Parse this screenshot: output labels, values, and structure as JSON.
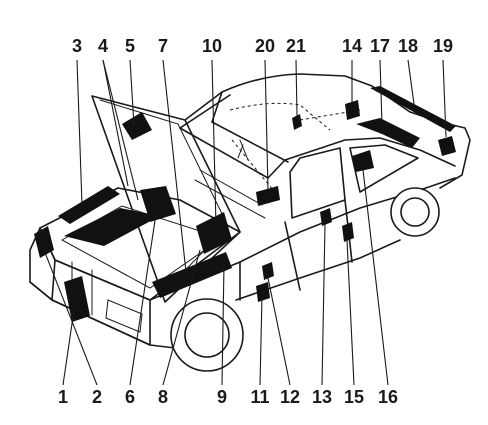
{
  "diagram": {
    "callouts_top": [
      "3",
      "4",
      "5",
      "7",
      "10",
      "20",
      "21",
      "14",
      "17",
      "18",
      "19"
    ],
    "callouts_bottom": [
      "1",
      "2",
      "6",
      "8",
      "9",
      "11",
      "12",
      "13",
      "15",
      "16"
    ]
  }
}
